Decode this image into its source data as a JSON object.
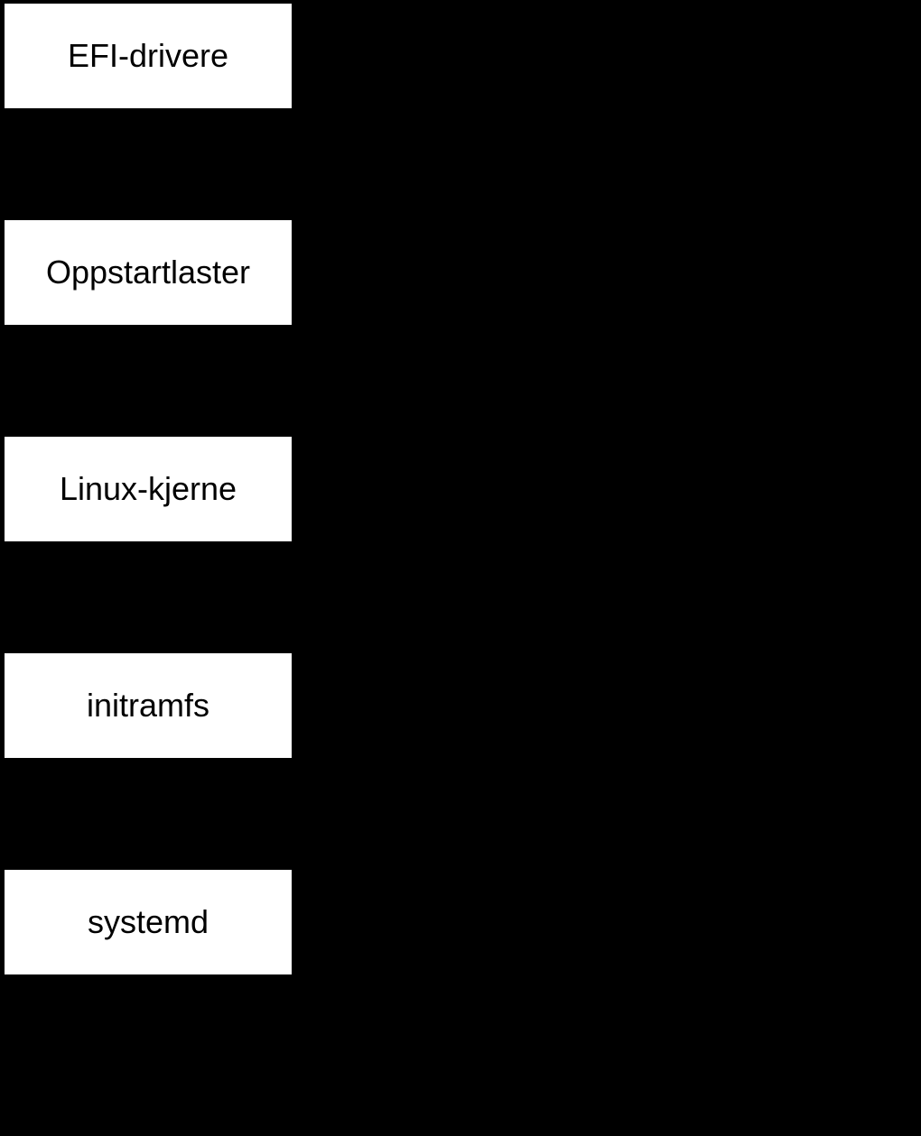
{
  "diagram": {
    "background_color": "#000000",
    "node_fill_color": "#ffffff",
    "node_text_color": "#000000",
    "nodes": [
      {
        "label": "EFI-drivere"
      },
      {
        "label": "Oppstartlaster"
      },
      {
        "label": "Linux-kjerne"
      },
      {
        "label": "initramfs"
      },
      {
        "label": "systemd"
      }
    ]
  }
}
